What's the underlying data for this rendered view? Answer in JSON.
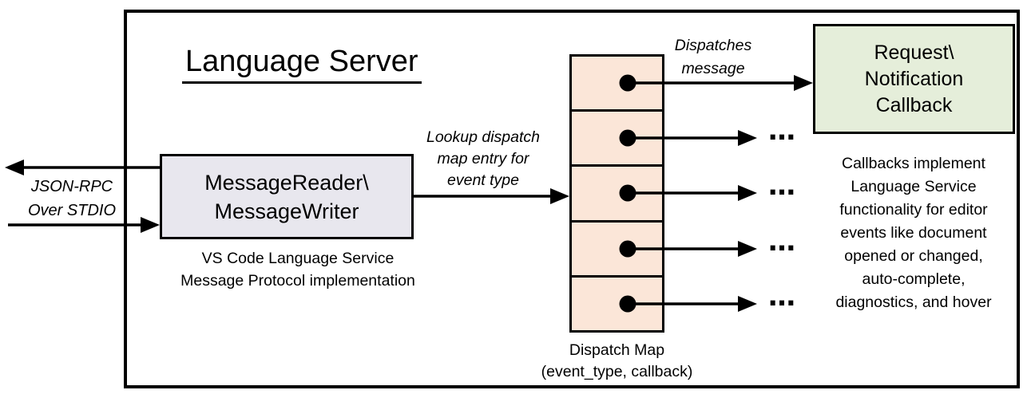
{
  "diagram": {
    "title": "Language Server",
    "io_label": {
      "line1": "JSON-RPC",
      "line2": "Over STDIO"
    },
    "message_box": {
      "line1": "MessageReader\\",
      "line2": "MessageWriter",
      "caption_line1": "VS Code Language Service",
      "caption_line2": "Message Protocol implementation"
    },
    "lookup_label": {
      "line1": "Lookup dispatch",
      "line2": "map entry for",
      "line3": "event type"
    },
    "dispatch_map": {
      "cell_count": 5,
      "label_line1": "Dispatch Map",
      "label_line2": "(event_type, callback)"
    },
    "dispatches_label": {
      "line1": "Dispatches",
      "line2": "message"
    },
    "callback_box": {
      "line1": "Request\\",
      "line2": "Notification",
      "line3": "Callback"
    },
    "callbacks_note": {
      "lines": [
        "Callbacks implement",
        "Language Service",
        "functionality for editor",
        "events like document",
        "opened or changed,",
        "auto-complete,",
        "diagnostics, and hover"
      ]
    },
    "ellipsis": "…",
    "colors": {
      "message_box_fill": "#e8e7ee",
      "dispatch_cell_fill": "#fbe6d8",
      "callback_box_fill": "#e5eeda",
      "stroke": "#000000",
      "background": "#ffffff"
    }
  }
}
